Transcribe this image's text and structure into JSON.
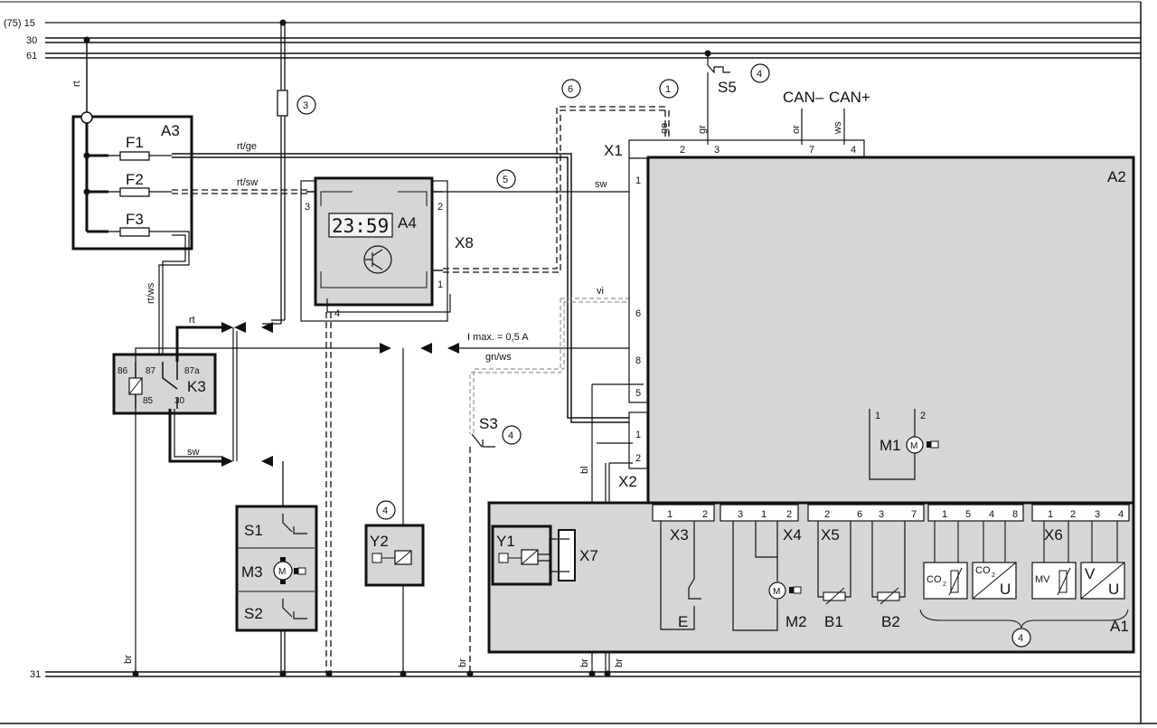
{
  "bus": {
    "l15": "(75) 15",
    "l30": "30",
    "l61": "61",
    "l31": "31"
  },
  "callouts": {
    "c1": "1",
    "c3": "3",
    "c4": "4",
    "c5": "5",
    "c6": "6"
  },
  "components": {
    "A1": "A1",
    "A2": "A2",
    "A3": "A3",
    "A4": "A4",
    "F1": "F1",
    "F2": "F2",
    "F3": "F3",
    "K3": "K3",
    "X1": "X1",
    "X2": "X2",
    "X3": "X3",
    "X4": "X4",
    "X5": "X5",
    "X6": "X6",
    "X7": "X7",
    "X8": "X8",
    "S1": "S1",
    "S2": "S2",
    "S3": "S3",
    "S5": "S5",
    "M1": "M1",
    "M2": "M2",
    "M3": "M3",
    "Y1": "Y1",
    "Y2": "Y2",
    "B1": "B1",
    "B2": "B2",
    "E": "E"
  },
  "clock": "23:59",
  "signals": {
    "can_minus": "CAN–",
    "can_plus": "CAN+",
    "imax": "I max. = 0,5 A"
  },
  "wires": {
    "rt": "rt",
    "rt_ge": "rt/ge",
    "rt_sw": "rt/sw",
    "rt_ws": "rt/ws",
    "sw": "sw",
    "gn_ws": "gn/ws",
    "vi": "vi",
    "bl": "bl",
    "br": "br",
    "ge": "ge",
    "gr": "gr",
    "or": "or",
    "ws": "ws"
  },
  "pins": {
    "p1": "1",
    "p2": "2",
    "p3": "3",
    "p4": "4",
    "p5": "5",
    "p6": "6",
    "p7": "7",
    "p8": "8",
    "p85": "85",
    "p86": "86",
    "p87": "87",
    "p87a": "87a",
    "p30": "30"
  },
  "sensors": {
    "co2": "CO",
    "sub2": "2",
    "u": "U",
    "mv": "MV",
    "v": "V",
    "m": "M"
  }
}
